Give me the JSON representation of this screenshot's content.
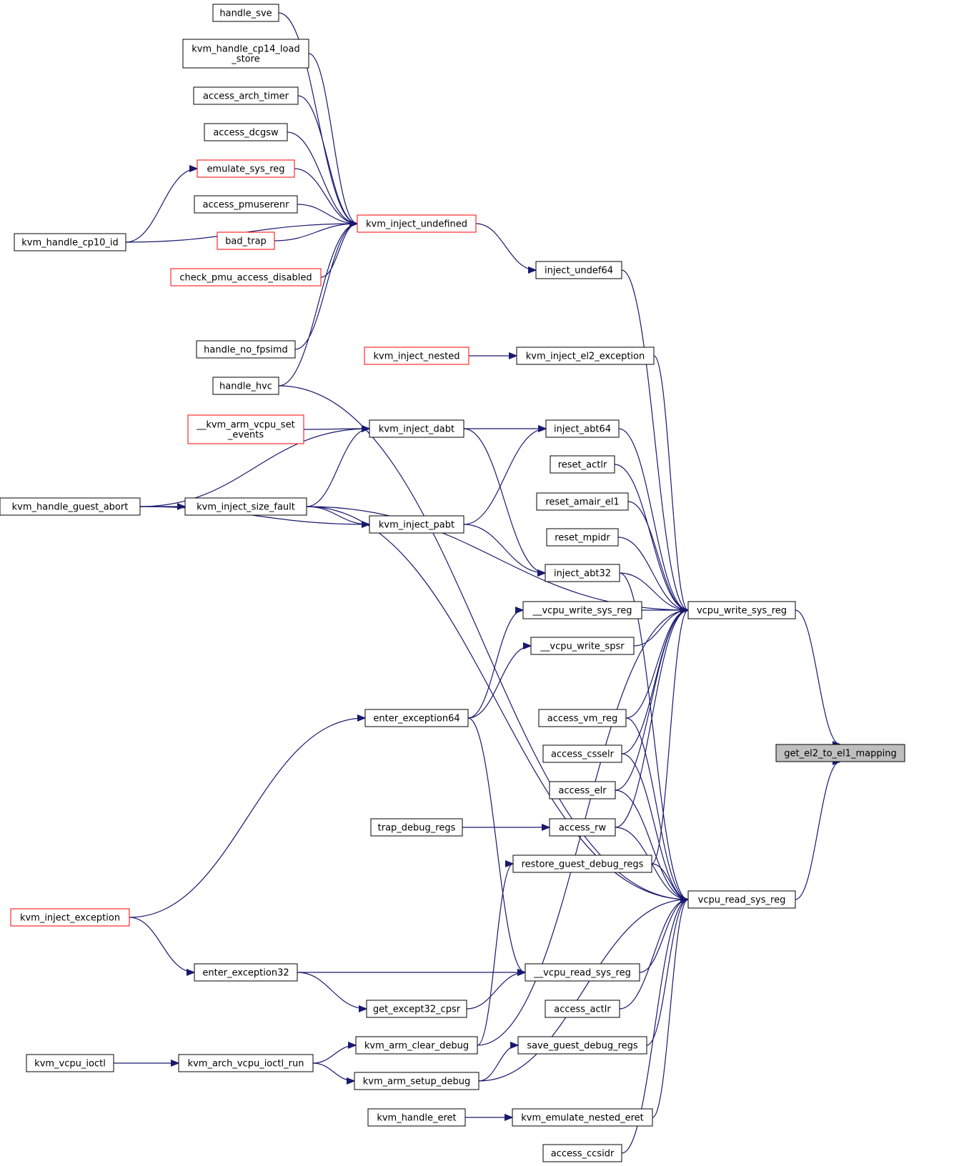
{
  "diagram": {
    "nodes": [
      {
        "id": "root",
        "lines": [
          "get_el2_to_el1_mapping"
        ],
        "style": "root"
      },
      {
        "id": "vwsr",
        "lines": [
          "vcpu_write_sys_reg"
        ],
        "style": "normal"
      },
      {
        "id": "vrsr",
        "lines": [
          "vcpu_read_sys_reg"
        ],
        "style": "normal"
      },
      {
        "id": "handle_sve",
        "lines": [
          "handle_sve"
        ],
        "style": "normal"
      },
      {
        "id": "cp14",
        "lines": [
          "kvm_handle_cp14_load",
          "_store"
        ],
        "style": "normal"
      },
      {
        "id": "arch_timer",
        "lines": [
          "access_arch_timer"
        ],
        "style": "normal"
      },
      {
        "id": "dcgsw",
        "lines": [
          "access_dcgsw"
        ],
        "style": "normal"
      },
      {
        "id": "emulate",
        "lines": [
          "emulate_sys_reg"
        ],
        "style": "red"
      },
      {
        "id": "pmuserenr",
        "lines": [
          "access_pmuserenr"
        ],
        "style": "normal"
      },
      {
        "id": "bad_trap",
        "lines": [
          "bad_trap"
        ],
        "style": "red"
      },
      {
        "id": "check_pmu",
        "lines": [
          "check_pmu_access_disabled"
        ],
        "style": "red"
      },
      {
        "id": "no_fpsimd",
        "lines": [
          "handle_no_fpsimd"
        ],
        "style": "normal"
      },
      {
        "id": "hvc",
        "lines": [
          "handle_hvc"
        ],
        "style": "normal"
      },
      {
        "id": "cp10",
        "lines": [
          "kvm_handle_cp10_id"
        ],
        "style": "normal"
      },
      {
        "id": "undef",
        "lines": [
          "kvm_inject_undefined"
        ],
        "style": "red"
      },
      {
        "id": "undef64",
        "lines": [
          "inject_undef64"
        ],
        "style": "normal"
      },
      {
        "id": "nested",
        "lines": [
          "kvm_inject_nested"
        ],
        "style": "red"
      },
      {
        "id": "el2exc",
        "lines": [
          "kvm_inject_el2_exception"
        ],
        "style": "normal"
      },
      {
        "id": "setevents",
        "lines": [
          "__kvm_arm_vcpu_set",
          "_events"
        ],
        "style": "red"
      },
      {
        "id": "dabt",
        "lines": [
          "kvm_inject_dabt"
        ],
        "style": "normal"
      },
      {
        "id": "abt64",
        "lines": [
          "inject_abt64"
        ],
        "style": "normal"
      },
      {
        "id": "reset_actlr",
        "lines": [
          "reset_actlr"
        ],
        "style": "normal"
      },
      {
        "id": "reset_amair",
        "lines": [
          "reset_amair_el1"
        ],
        "style": "normal"
      },
      {
        "id": "reset_mpidr",
        "lines": [
          "reset_mpidr"
        ],
        "style": "normal"
      },
      {
        "id": "guest_abort",
        "lines": [
          "kvm_handle_guest_abort"
        ],
        "style": "normal"
      },
      {
        "id": "size_fault",
        "lines": [
          "kvm_inject_size_fault"
        ],
        "style": "normal"
      },
      {
        "id": "pabt",
        "lines": [
          "kvm_inject_pabt"
        ],
        "style": "normal"
      },
      {
        "id": "abt32",
        "lines": [
          "inject_abt32"
        ],
        "style": "normal"
      },
      {
        "id": "vwsr_internal",
        "lines": [
          "__vcpu_write_sys_reg"
        ],
        "style": "normal"
      },
      {
        "id": "write_spsr",
        "lines": [
          "__vcpu_write_spsr"
        ],
        "style": "normal"
      },
      {
        "id": "exc64",
        "lines": [
          "enter_exception64"
        ],
        "style": "normal"
      },
      {
        "id": "vm_reg",
        "lines": [
          "access_vm_reg"
        ],
        "style": "normal"
      },
      {
        "id": "csselr",
        "lines": [
          "access_csselr"
        ],
        "style": "normal"
      },
      {
        "id": "elr",
        "lines": [
          "access_elr"
        ],
        "style": "normal"
      },
      {
        "id": "trap_debug",
        "lines": [
          "trap_debug_regs"
        ],
        "style": "normal"
      },
      {
        "id": "access_rw",
        "lines": [
          "access_rw"
        ],
        "style": "normal"
      },
      {
        "id": "restore_dbg",
        "lines": [
          "restore_guest_debug_regs"
        ],
        "style": "normal"
      },
      {
        "id": "inj_exc",
        "lines": [
          "kvm_inject_exception"
        ],
        "style": "red"
      },
      {
        "id": "exc32",
        "lines": [
          "enter_exception32"
        ],
        "style": "normal"
      },
      {
        "id": "vrsr_internal",
        "lines": [
          "__vcpu_read_sys_reg"
        ],
        "style": "normal"
      },
      {
        "id": "cpsr",
        "lines": [
          "get_except32_cpsr"
        ],
        "style": "normal"
      },
      {
        "id": "access_actlr",
        "lines": [
          "access_actlr"
        ],
        "style": "normal"
      },
      {
        "id": "clear_debug",
        "lines": [
          "kvm_arm_clear_debug"
        ],
        "style": "normal"
      },
      {
        "id": "save_dbg",
        "lines": [
          "save_guest_debug_regs"
        ],
        "style": "normal"
      },
      {
        "id": "vcpu_ioctl",
        "lines": [
          "kvm_vcpu_ioctl"
        ],
        "style": "normal"
      },
      {
        "id": "ioctl_run",
        "lines": [
          "kvm_arch_vcpu_ioctl_run"
        ],
        "style": "normal"
      },
      {
        "id": "setup_debug",
        "lines": [
          "kvm_arm_setup_debug"
        ],
        "style": "normal"
      },
      {
        "id": "handle_eret",
        "lines": [
          "kvm_handle_eret"
        ],
        "style": "normal"
      },
      {
        "id": "nested_eret",
        "lines": [
          "kvm_emulate_nested_eret"
        ],
        "style": "normal"
      },
      {
        "id": "ccsidr",
        "lines": [
          "access_ccsidr"
        ],
        "style": "normal"
      }
    ],
    "edges": [
      [
        "vwsr",
        "root"
      ],
      [
        "vrsr",
        "root"
      ],
      [
        "handle_sve",
        "undef"
      ],
      [
        "cp14",
        "undef"
      ],
      [
        "arch_timer",
        "undef"
      ],
      [
        "dcgsw",
        "undef"
      ],
      [
        "emulate",
        "undef"
      ],
      [
        "pmuserenr",
        "undef"
      ],
      [
        "bad_trap",
        "undef"
      ],
      [
        "check_pmu",
        "undef"
      ],
      [
        "no_fpsimd",
        "undef"
      ],
      [
        "hvc",
        "undef"
      ],
      [
        "cp10",
        "undef"
      ],
      [
        "cp10",
        "emulate"
      ],
      [
        "undef",
        "undef64"
      ],
      [
        "undef64",
        "vwsr"
      ],
      [
        "nested",
        "el2exc"
      ],
      [
        "el2exc",
        "vwsr"
      ],
      [
        "setevents",
        "dabt"
      ],
      [
        "guest_abort",
        "dabt"
      ],
      [
        "size_fault",
        "dabt"
      ],
      [
        "dabt",
        "abt64"
      ],
      [
        "dabt",
        "abt32"
      ],
      [
        "pabt",
        "abt64"
      ],
      [
        "pabt",
        "abt32"
      ],
      [
        "size_fault",
        "pabt"
      ],
      [
        "guest_abort",
        "pabt"
      ],
      [
        "guest_abort",
        "size_fault"
      ],
      [
        "size_fault",
        "vwsr"
      ],
      [
        "size_fault",
        "vrsr"
      ],
      [
        "abt64",
        "vwsr"
      ],
      [
        "reset_actlr",
        "vwsr"
      ],
      [
        "reset_amair",
        "vwsr"
      ],
      [
        "reset_mpidr",
        "vwsr"
      ],
      [
        "abt32",
        "vwsr"
      ],
      [
        "abt32",
        "vrsr"
      ],
      [
        "vwsr_internal",
        "vwsr"
      ],
      [
        "write_spsr",
        "vwsr"
      ],
      [
        "exc64",
        "vwsr_internal"
      ],
      [
        "exc64",
        "write_spsr"
      ],
      [
        "exc64",
        "vrsr_internal"
      ],
      [
        "inj_exc",
        "exc64"
      ],
      [
        "inj_exc",
        "exc32"
      ],
      [
        "vm_reg",
        "vwsr"
      ],
      [
        "vm_reg",
        "vrsr"
      ],
      [
        "csselr",
        "vwsr"
      ],
      [
        "csselr",
        "vrsr"
      ],
      [
        "elr",
        "vwsr"
      ],
      [
        "elr",
        "vrsr"
      ],
      [
        "trap_debug",
        "access_rw"
      ],
      [
        "access_rw",
        "vwsr"
      ],
      [
        "access_rw",
        "vrsr"
      ],
      [
        "restore_dbg",
        "vwsr"
      ],
      [
        "restore_dbg",
        "vrsr"
      ],
      [
        "hvc",
        "vrsr"
      ],
      [
        "exc32",
        "vrsr_internal"
      ],
      [
        "exc32",
        "cpsr"
      ],
      [
        "cpsr",
        "vrsr_internal"
      ],
      [
        "vrsr_internal",
        "vrsr"
      ],
      [
        "access_actlr",
        "vrsr"
      ],
      [
        "clear_debug",
        "restore_dbg"
      ],
      [
        "clear_debug",
        "vwsr"
      ],
      [
        "save_dbg",
        "vrsr"
      ],
      [
        "setup_debug",
        "save_dbg"
      ],
      [
        "setup_debug",
        "vrsr"
      ],
      [
        "vcpu_ioctl",
        "ioctl_run"
      ],
      [
        "ioctl_run",
        "clear_debug"
      ],
      [
        "ioctl_run",
        "setup_debug"
      ],
      [
        "handle_eret",
        "nested_eret"
      ],
      [
        "nested_eret",
        "vrsr"
      ],
      [
        "ccsidr",
        "vrsr"
      ]
    ]
  }
}
